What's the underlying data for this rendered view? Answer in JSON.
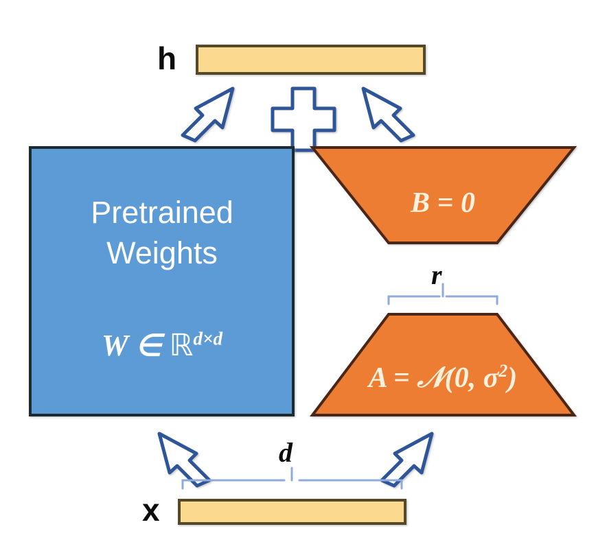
{
  "diagram": {
    "title": "LoRA low-rank adaptation diagram",
    "colors": {
      "pretrained_box_fill": "#5b9bd5",
      "pretrained_box_stroke": "#1f2a33",
      "adapter_fill": "#ed7d31",
      "adapter_stroke": "#4a2612",
      "vector_fill": "#fbd98e",
      "vector_stroke": "#57492b",
      "arrow_stroke": "#2f5597",
      "arrow_fill": "#ffffff",
      "brace_stroke": "#8faadc",
      "text_on_blue": "#ffffff",
      "text_on_orange": "#fdf1dd",
      "label_text": "#0d0d0d",
      "background": "#ffffff"
    },
    "output_vector": {
      "label": "h",
      "name": "output-activation-vector"
    },
    "input_vector": {
      "label": "x",
      "name": "input-activation-vector"
    },
    "pretrained_block": {
      "line1": "Pretrained",
      "line2": "Weights",
      "formula_parts": {
        "symbol": "W",
        "member": " ∈ ",
        "space": "ℝ",
        "exponent": "d×d"
      },
      "formula_plain": "W ∈ ℝ^{d×d}"
    },
    "adapter_b": {
      "formula": "B = 0",
      "shape": "inverted-trapezoid"
    },
    "adapter_a": {
      "formula_parts": {
        "lhs": "A = ",
        "cal": "𝒩",
        "args_open": "(0, ",
        "sigma": "σ",
        "exponent": "2",
        "args_close": ")"
      },
      "formula_plain": "A = 𝒩(0, σ²)",
      "shape": "trapezoid"
    },
    "operator": {
      "symbol": "+",
      "name": "plus-operator"
    },
    "braces": {
      "rank": {
        "label": "r",
        "description": "rank dimension of adapter bottleneck"
      },
      "dim": {
        "label": "d",
        "description": "model hidden dimension"
      }
    },
    "arrows": [
      {
        "name": "arrow-input-to-pretrained",
        "direction": "up-left"
      },
      {
        "name": "arrow-input-to-adapter-a",
        "direction": "up-right"
      },
      {
        "name": "arrow-pretrained-to-output",
        "direction": "up-right"
      },
      {
        "name": "arrow-adapter-b-to-output",
        "direction": "up-left"
      }
    ]
  }
}
